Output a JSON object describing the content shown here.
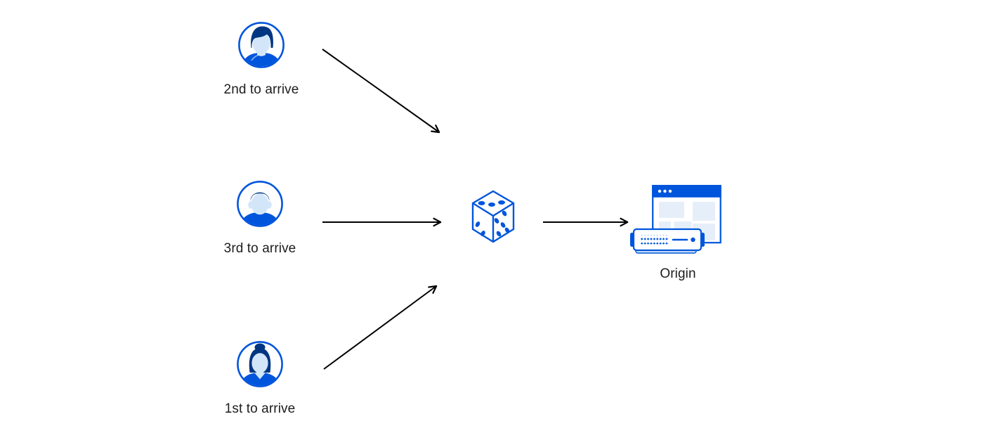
{
  "diagram": {
    "clients": [
      {
        "id": "second",
        "label": "2nd to arrive",
        "icon": "man-swept-hair-avatar-icon"
      },
      {
        "id": "third",
        "label": "3rd to arrive",
        "icon": "man-short-hair-avatar-icon"
      },
      {
        "id": "first",
        "label": "1st to arrive",
        "icon": "woman-bun-avatar-icon"
      }
    ],
    "randomizer": {
      "id": "random-selection",
      "icon": "dice-icon"
    },
    "origin": {
      "id": "origin",
      "label": "Origin",
      "icon": "origin-server-browser-icon"
    },
    "edges": [
      {
        "from": "second",
        "to": "random-selection"
      },
      {
        "from": "third",
        "to": "random-selection"
      },
      {
        "from": "first",
        "to": "random-selection"
      },
      {
        "from": "random-selection",
        "to": "origin"
      }
    ],
    "colors": {
      "primary": "#0055dc",
      "dark": "#003681",
      "skin": "#d3e6f9",
      "panel": "#e6eff9",
      "serverbase": "#cfe2f7",
      "arrow": "#000000",
      "text": "#1d1d1f",
      "background": "#ffffff"
    }
  }
}
